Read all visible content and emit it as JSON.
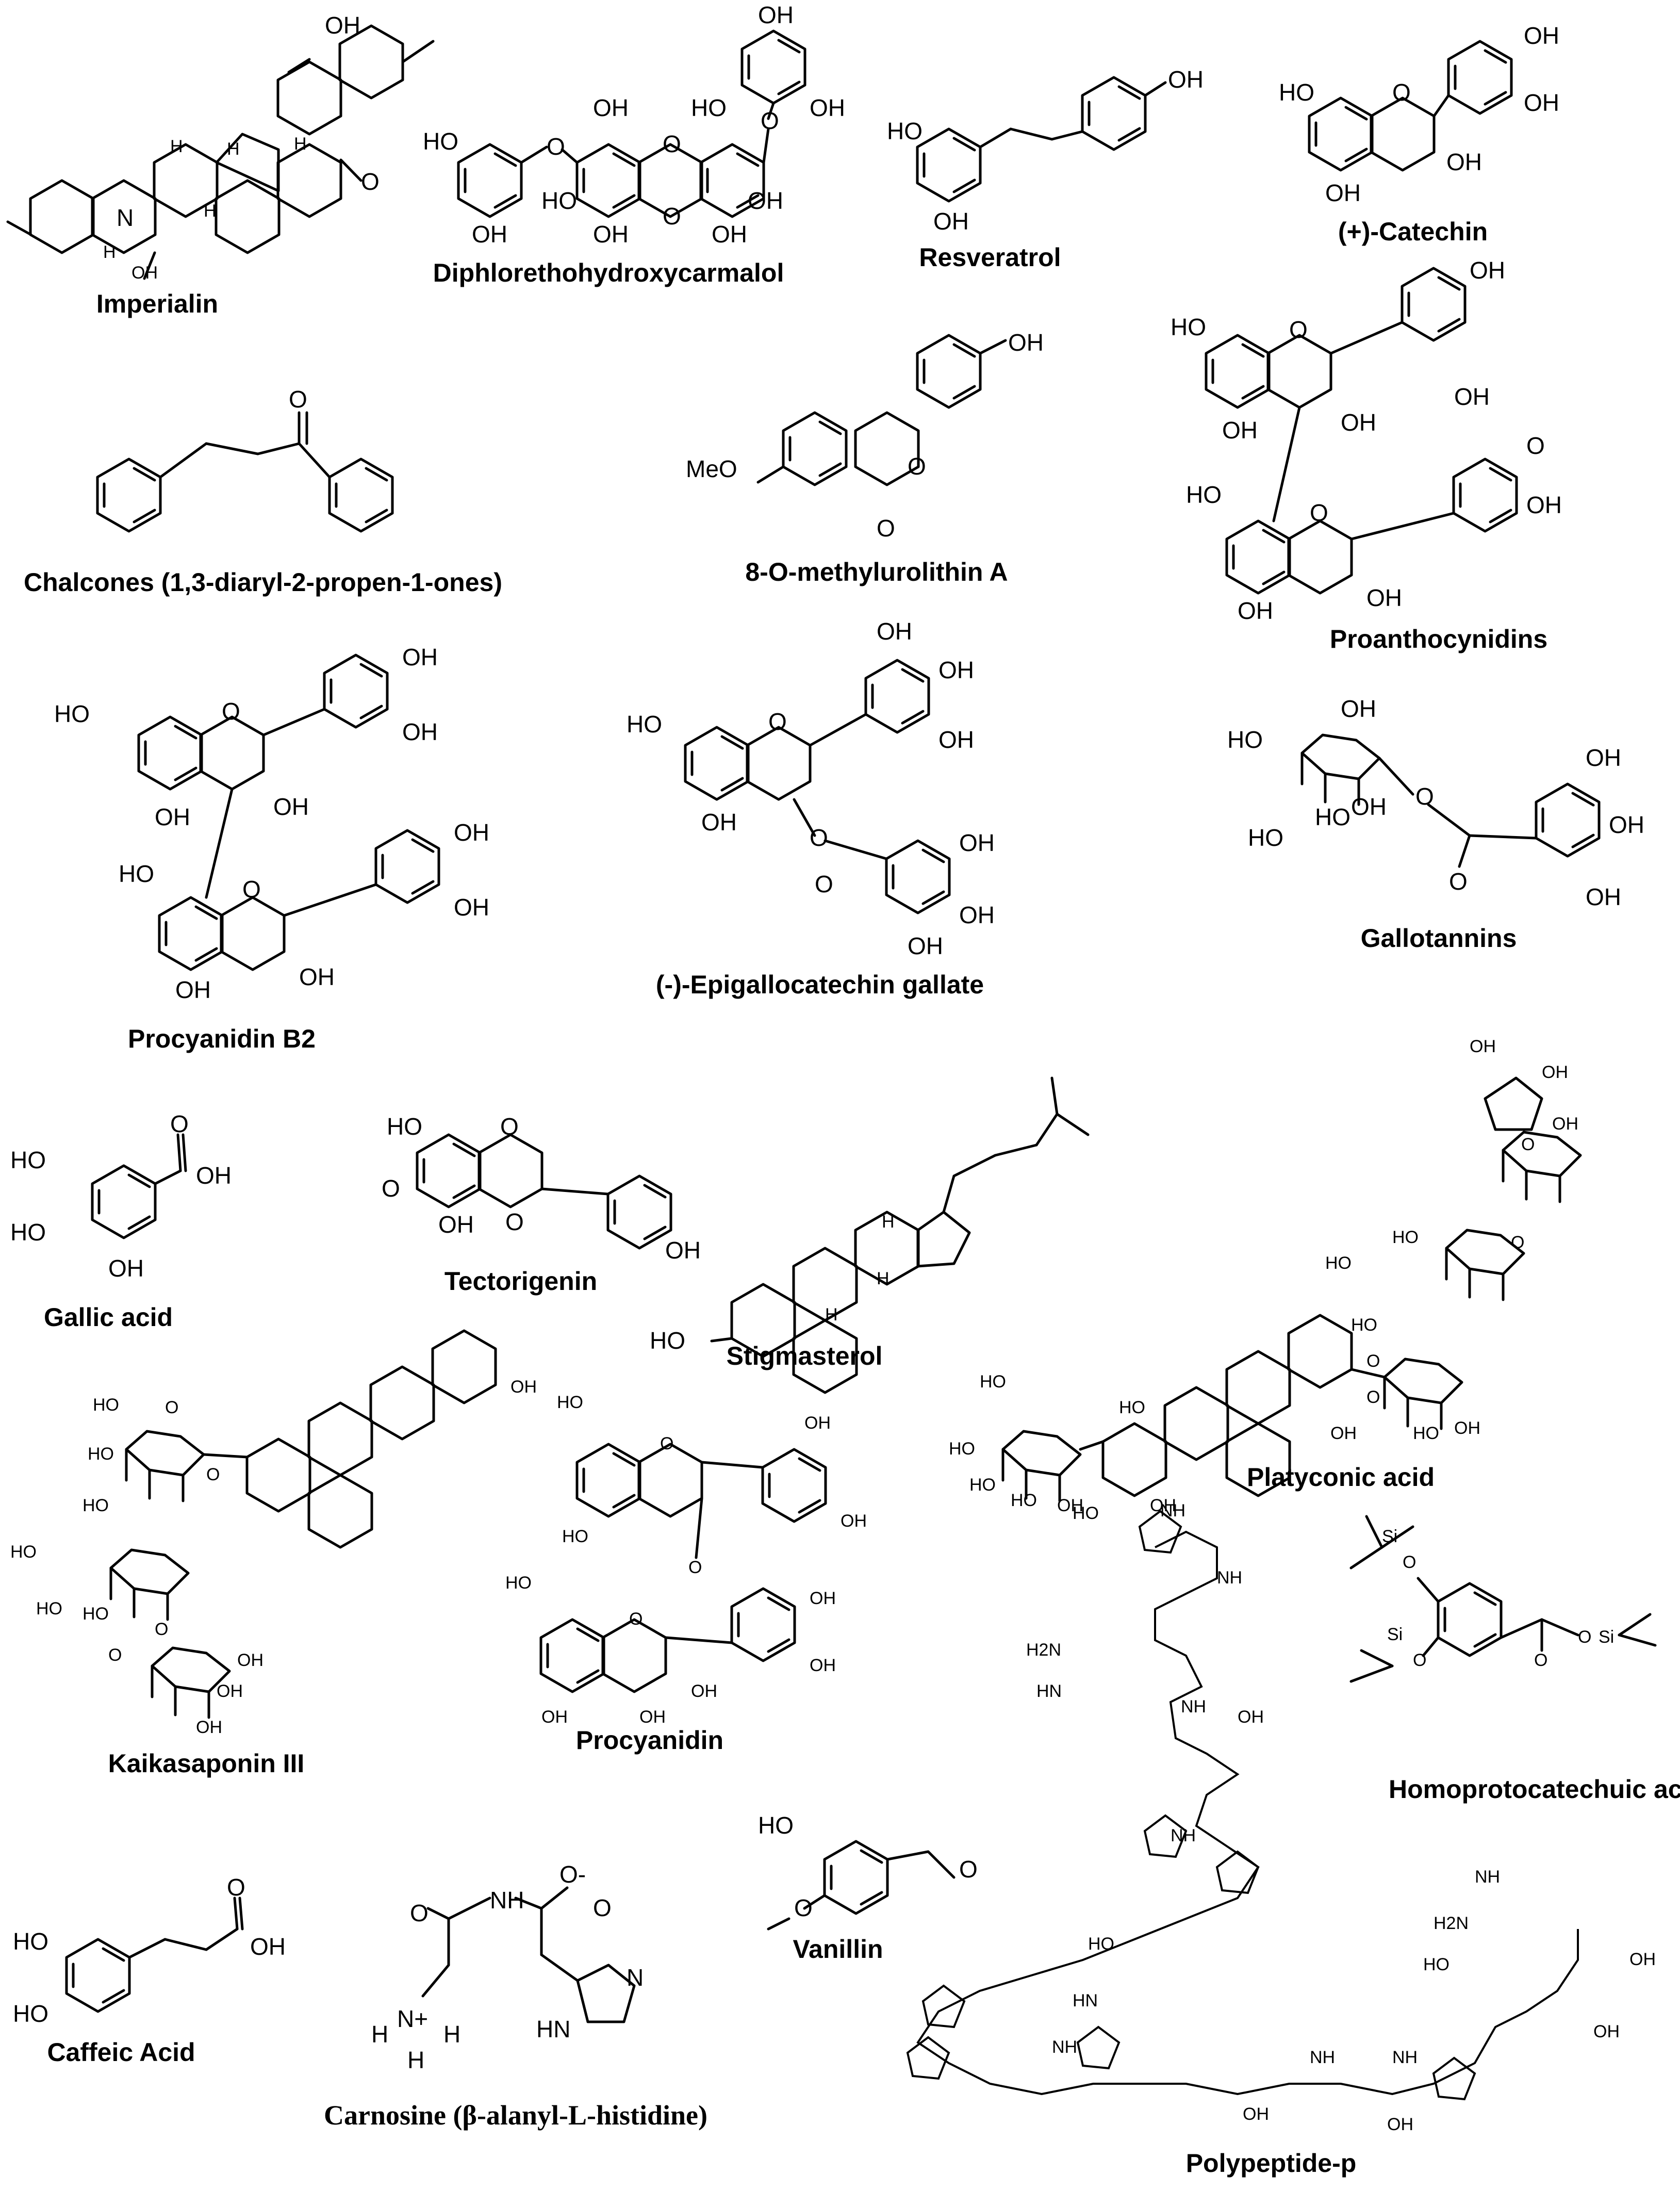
{
  "figure": {
    "compounds": [
      {
        "id": "imperialin",
        "name": "Imperialin"
      },
      {
        "id": "diphlorethohydroxycarmalol",
        "name": "Diphlorethohydroxycarmalol"
      },
      {
        "id": "resveratrol",
        "name": "Resveratrol"
      },
      {
        "id": "catechin",
        "name": "(+)-Catechin"
      },
      {
        "id": "chalcones",
        "name": "Chalcones (1,3-diaryl-2-propen-1-ones)"
      },
      {
        "id": "methylurolithin",
        "name": "8-O-methylurolithin A"
      },
      {
        "id": "proanthocynidins",
        "name": "Proanthocynidins"
      },
      {
        "id": "procyanidin-b2",
        "name": "Procyanidin B2"
      },
      {
        "id": "egcg",
        "name": "(-)-Epigallocatechin gallate"
      },
      {
        "id": "gallotannins",
        "name": "Gallotannins"
      },
      {
        "id": "gallic-acid",
        "name": "Gallic acid"
      },
      {
        "id": "tectorigenin",
        "name": "Tectorigenin"
      },
      {
        "id": "stigmasterol",
        "name": "Stigmasterol"
      },
      {
        "id": "platyconic-acid",
        "name": "Platyconic acid"
      },
      {
        "id": "kaikasaponin",
        "name": "Kaikasaponin III"
      },
      {
        "id": "procyanidin",
        "name": "Procyanidin"
      },
      {
        "id": "homoprotocatechuic",
        "name": "Homoprotocatechuic acid"
      },
      {
        "id": "vanillin",
        "name": "Vanillin"
      },
      {
        "id": "caffeic-acid",
        "name": "Caffeic Acid"
      },
      {
        "id": "carnosine",
        "name": "Carnosine (β-alanyl-L-histidine)"
      },
      {
        "id": "polypeptide-p",
        "name": "Polypeptide-p"
      }
    ],
    "atom_labels": {
      "oh": "OH",
      "ho": "HO",
      "o": "O",
      "n": "N",
      "h": "H",
      "nh": "NH",
      "hn": "HN",
      "meo": "MeO",
      "si": "Si",
      "h2n": "H2N",
      "o_minus": "O-",
      "n_plus": "N+"
    }
  }
}
